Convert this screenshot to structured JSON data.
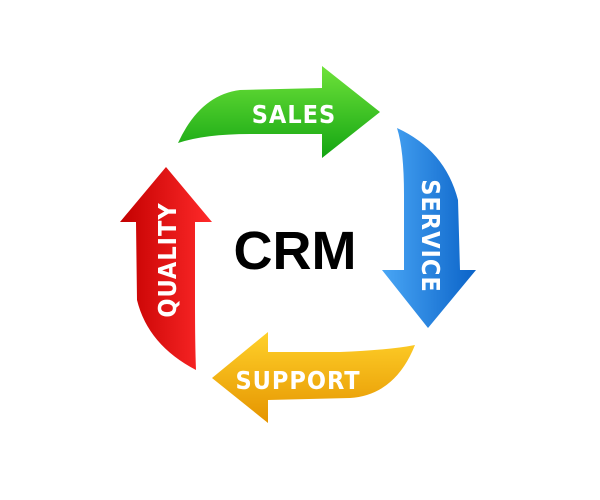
{
  "center_label": "CRM",
  "stages": [
    {
      "label": "SALES",
      "color": "#2fc21c"
    },
    {
      "label": "SERVICE",
      "color": "#1f7fe0"
    },
    {
      "label": "SUPPORT",
      "color": "#f0a800"
    },
    {
      "label": "QUALITY",
      "color": "#e00d0d"
    }
  ]
}
